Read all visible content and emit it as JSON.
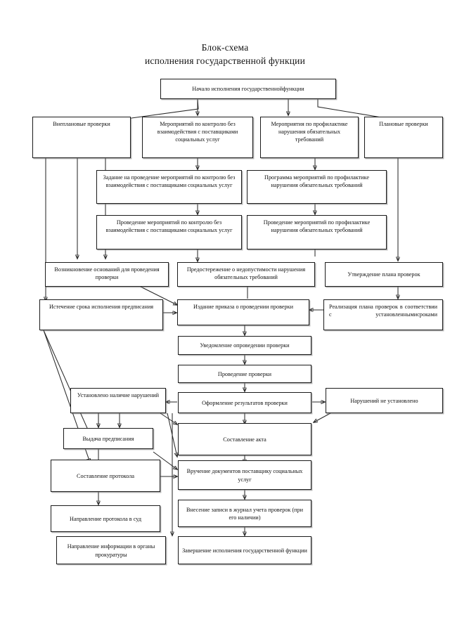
{
  "title": {
    "line1": "Блок-схема",
    "line2": "исполнения государственной функции"
  },
  "colors": {
    "stroke": "#2a2a2a",
    "box_border": "#1b1b1b",
    "background": "#ffffff",
    "shadow": "rgba(120,120,120,0.55)"
  },
  "nodes": {
    "start": "Начало исполнения государственнойфункции",
    "unscheduled_checks": "Внеплановые проверки",
    "control_measures_no_interaction": "Мероприятий по контролю без взаимодействия с поставщиками социальных услуг",
    "prevention_measures": "Мероприятия по профилактике нарушения обязательных требований",
    "scheduled_checks": "Плановые проверки",
    "task_control_no_interaction": "Задание на проведение мероприятий по контролю без взаимодействия с поставщиками социальных услуг",
    "program_prevention": "Программа мероприятий по профилактике нарушения обязательных требований",
    "conduct_control_no_interaction": "Проведение мероприятий по контролю без взаимодействия с поставщиками социальных услуг",
    "conduct_prevention": "Проведение мероприятий по профилактике нарушения обязательных требований",
    "grounds_arise": "Возникновение оснований для проведения проверки",
    "warning_inadmissibility": "Предостережение о недопустимости нарушения обязательных требований",
    "approve_plan": "Утверждение плана проверок",
    "expiry_of_order": "Истечение срока исполнения предписания",
    "issue_order": "Издание приказа о проведении проверки",
    "implement_plan": "Реализация плана проверок в соответствии с установленнымисроками",
    "notification": "Уведомление опроведении проверки",
    "conduct_check": "Проведение проверки",
    "formalize_results": "Оформление результатов проверки",
    "violations_found": "Установлено наличие нарушений",
    "no_violations": "Нарушений не установлено",
    "issue_prescription": "Выдача предписания",
    "draw_up_act": "Составление акта",
    "draw_up_protocol": "Составление протокола",
    "hand_over_documents": "Вручение документов поставщику социальных услуг",
    "send_protocol_to_court": "Направление протокола в суд",
    "register_in_journal": "Внесение записи в журнал учета проверок (при его наличии)",
    "send_info_prosecutor": "Направление информации в органы прокуратуры",
    "completion": "Завершение исполнения государственной функции"
  }
}
